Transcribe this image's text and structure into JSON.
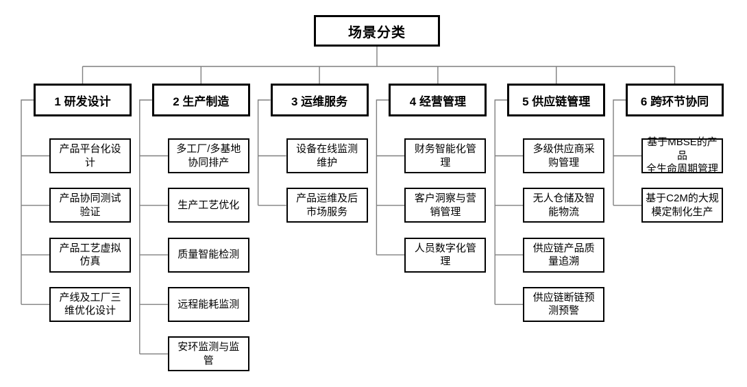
{
  "diagram": {
    "root": "场景分类",
    "branches": [
      {
        "label": "1 研发设计",
        "children": [
          "产品平台化设\n计",
          "产品协同测试\n验证",
          "产品工艺虚拟\n仿真",
          "产线及工厂三\n维优化设计"
        ]
      },
      {
        "label": "2 生产制造",
        "children": [
          "多工厂/多基地\n协同排产",
          "生产工艺优化",
          "质量智能检测",
          "远程能耗监测",
          "安环监测与监\n管"
        ]
      },
      {
        "label": "3 运维服务",
        "children": [
          "设备在线监测\n维护",
          "产品运维及后\n市场服务"
        ]
      },
      {
        "label": "4 经营管理",
        "children": [
          "财务智能化管\n理",
          "客户洞察与营\n销管理",
          "人员数字化管\n理"
        ]
      },
      {
        "label": "5 供应链管理",
        "children": [
          "多级供应商采\n购管理",
          "无人仓储及智\n能物流",
          "供应链产品质\n量追溯",
          "供应链断链预\n测预警"
        ]
      },
      {
        "label": "6 跨环节协同",
        "children": [
          "基于MBSE的产品\n全生命周期管理",
          "基于C2M的大规\n模定制化生产"
        ]
      }
    ],
    "colors": {
      "box_border": "#000000",
      "box_fill": "#ffffff",
      "connector": "#7f7f7f",
      "text": "#000000",
      "background": "#ffffff"
    }
  }
}
